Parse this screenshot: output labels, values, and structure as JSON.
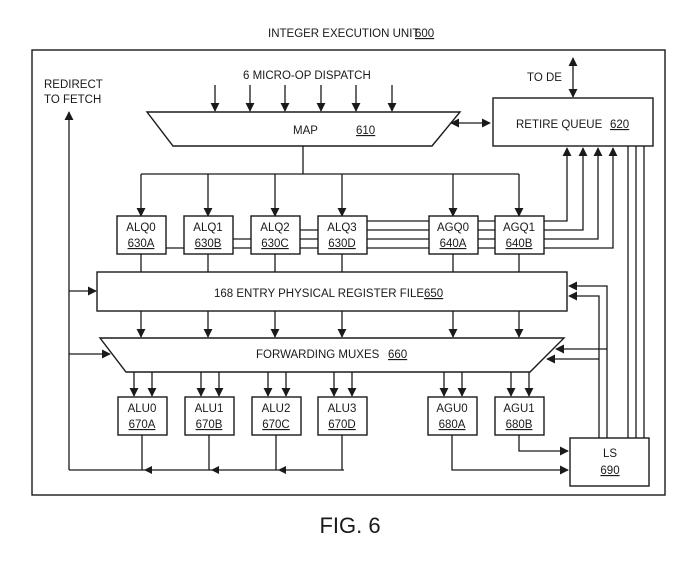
{
  "title": {
    "text": "INTEGER EXECUTION UNIT",
    "ref": "600"
  },
  "figure_caption": "FIG. 6",
  "labels": {
    "redirect_line1": "REDIRECT",
    "redirect_line2": "TO FETCH",
    "dispatch": "6 MICRO-OP DISPATCH",
    "to_de": "TO DE"
  },
  "map": {
    "label": "MAP",
    "ref": "610"
  },
  "retire_queue": {
    "label": "RETIRE QUEUE",
    "ref": "620"
  },
  "register_file": {
    "label": "168 ENTRY PHYSICAL REGISTER FILE",
    "ref": "650"
  },
  "forwarding_muxes": {
    "label": "FORWARDING MUXES",
    "ref": "660"
  },
  "queues": [
    {
      "label": "ALQ0",
      "ref": "630A"
    },
    {
      "label": "ALQ1",
      "ref": "630B"
    },
    {
      "label": "ALQ2",
      "ref": "630C"
    },
    {
      "label": "ALQ3",
      "ref": "630D"
    },
    {
      "label": "AGQ0",
      "ref": "640A"
    },
    {
      "label": "AGQ1",
      "ref": "640B"
    }
  ],
  "units": [
    {
      "label": "ALU0",
      "ref": "670A"
    },
    {
      "label": "ALU1",
      "ref": "670B"
    },
    {
      "label": "ALU2",
      "ref": "670C"
    },
    {
      "label": "ALU3",
      "ref": "670D"
    },
    {
      "label": "AGU0",
      "ref": "680A"
    },
    {
      "label": "AGU1",
      "ref": "680B"
    }
  ],
  "load_store": {
    "label": "LS",
    "ref": "690"
  }
}
